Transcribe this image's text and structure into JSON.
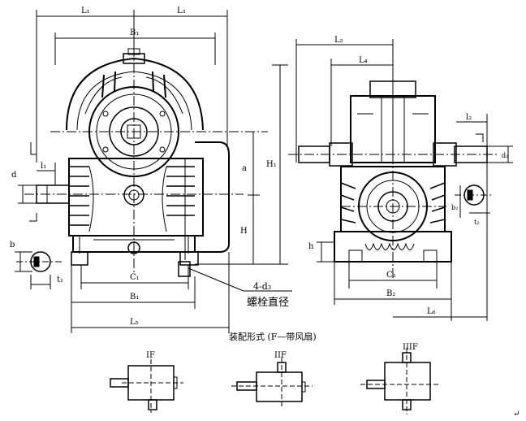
{
  "dimensions": {
    "L1": "L₁",
    "L3": "L₃",
    "B1_top": "B₁",
    "L2": "L₂",
    "L4": "L₄",
    "H1": "H₁",
    "a": "a",
    "H": "H",
    "d": "d",
    "l1": "l₁",
    "b": "b",
    "t1": "t₁",
    "C1": "C₁",
    "B1_bottom": "B₁",
    "L5": "L₅",
    "l2": "l₂",
    "d2": "d₂",
    "b2": "b₂",
    "t2": "t₂",
    "h": "h",
    "C2": "C₂",
    "B2": "B₂",
    "L6": "L₆"
  },
  "callout": {
    "bolts": "4-d₃",
    "bolt_diameter": "螺栓直径"
  },
  "assembly": {
    "title": "装配形式 (F—带风扇)",
    "forms": [
      "IF",
      "IIF",
      "IIIF"
    ]
  },
  "corner_mark": "↵"
}
